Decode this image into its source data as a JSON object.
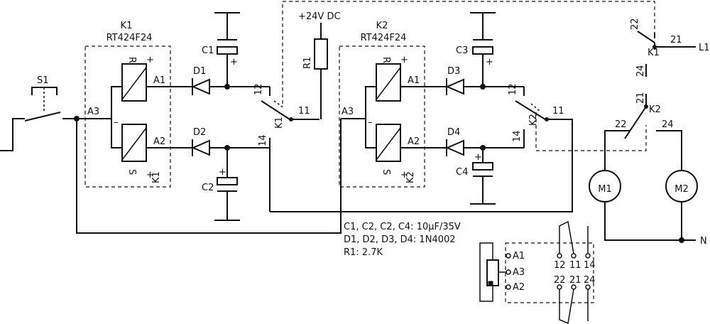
{
  "relays": {
    "k1": {
      "name": "K1",
      "model": "RT424F24"
    },
    "k2": {
      "name": "K2",
      "model": "RT424F24"
    }
  },
  "coil": {
    "r": "R",
    "s": "S",
    "plus": "+",
    "minus": "–",
    "a1": "A1",
    "a2": "A2",
    "a3": "A3"
  },
  "contacts": {
    "c11": "11",
    "c12": "12",
    "c14": "14",
    "c21": "21",
    "c22": "22",
    "c24": "24"
  },
  "labels": {
    "s1": "S1",
    "d1": "D1",
    "d2": "D2",
    "d3": "D3",
    "d4": "D4",
    "c1": "C1",
    "c2": "C2",
    "c3": "C3",
    "c4": "C4",
    "r1": "R1",
    "supply": "+24V DC",
    "l1": "L1",
    "n": "N",
    "m1": "M1",
    "m2": "M2"
  },
  "notes": {
    "caps": "C1, C2, C2, C4: 10μF/35V",
    "diodes": "D1, D2, D3, D4: 1N4002",
    "resistor": "R1: 2.7K"
  },
  "pinout": {
    "a1": "A1",
    "a3": "A3",
    "a2": "A2",
    "t12": "12",
    "t11": "11",
    "t14": "14",
    "t22": "22",
    "t21": "21",
    "t24": "24"
  }
}
